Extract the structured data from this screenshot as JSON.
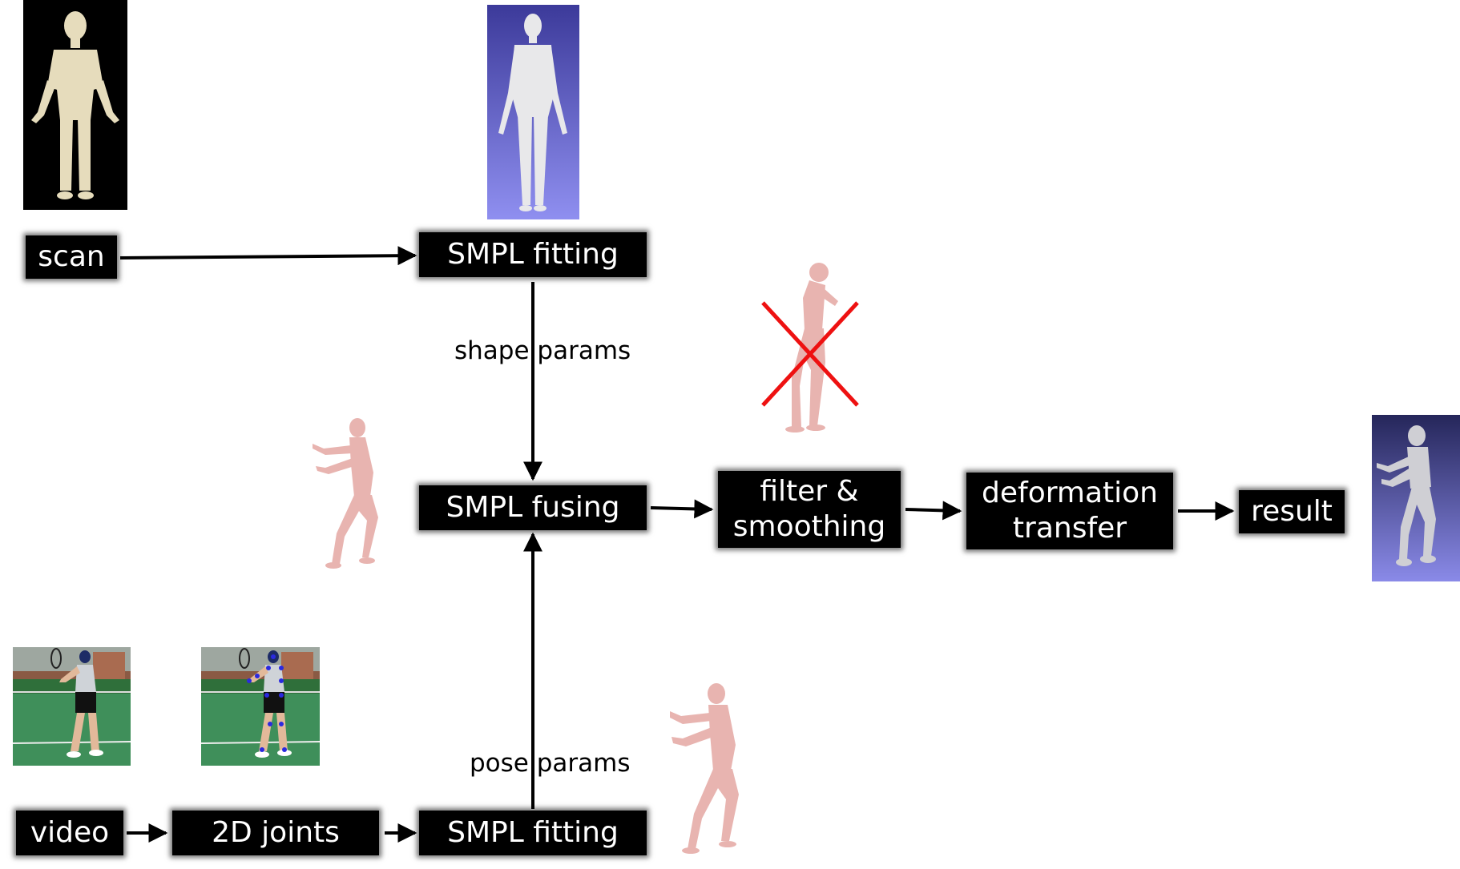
{
  "nodes": {
    "scan": "scan",
    "smpl_fitting_top": "SMPL fitting",
    "smpl_fusing": "SMPL fusing",
    "filter_line1": "filter &",
    "filter_line2": "smoothing",
    "deform_line1": "deformation",
    "deform_line2": "transfer",
    "result": "result",
    "video": "video",
    "joints_2d": "2D joints",
    "smpl_fitting_bottom": "SMPL fitting"
  },
  "edge_labels": {
    "shape_params": "shape params",
    "pose_params": "pose params"
  },
  "colors": {
    "box": "#000000",
    "box_text": "#ffffff",
    "body_pink": "#e8b4b0",
    "scan_bg": "#000000",
    "smpl_bg_top": "#3c3a9a",
    "smpl_bg_bottom": "#8f8ff0",
    "reject_cross": "#ee1111",
    "court_green": "#3f8f5a"
  },
  "images": {
    "scan_thumbnail": "scan-figure",
    "smpl_thumbnail": "smpl-body",
    "result_thumbnail": "result-figure",
    "video_frame": "tennis-frame",
    "joints_frame": "tennis-frame-with-joints",
    "rejected_pose": "rejected-pose-figure"
  }
}
